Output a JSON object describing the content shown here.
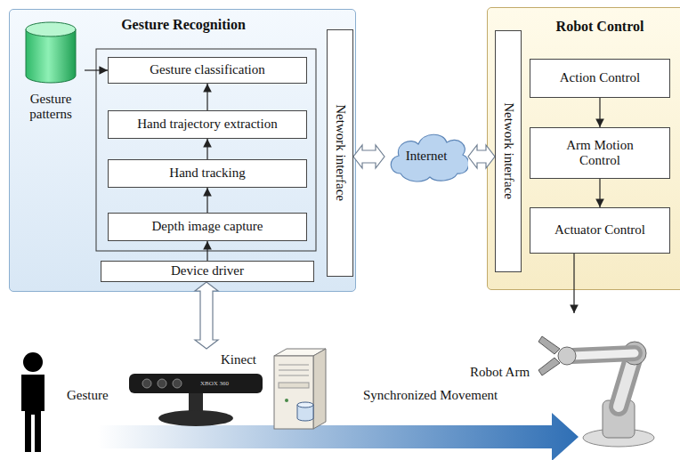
{
  "diagram": {
    "nodes": [
      {
        "text": [
          "Gesture Recognition"
        ]
      },
      {
        "text": [
          "Gesture classification"
        ],
        "in": 0
      },
      {
        "text": [
          "Hand trajectory extraction"
        ],
        "in": 0
      },
      {
        "text": [
          "Hand tracking"
        ],
        "in": 0
      },
      {
        "text": [
          "Depth image capture"
        ],
        "in": 0
      },
      {
        "text": [
          "Device driver"
        ],
        "in": 0
      },
      {
        "text": [
          "Network interface"
        ],
        "in": 0
      },
      {
        "text": [
          "Gesture patterns"
        ],
        "in": 0
      },
      {
        "text": [
          "Internet"
        ]
      },
      {
        "text": [
          "Robot Control"
        ]
      },
      {
        "text": [
          "Network interface"
        ],
        "in": 9
      },
      {
        "text": [
          "Action Control"
        ],
        "in": 9
      },
      {
        "text": [
          "Arm Motion Control"
        ],
        "in": 9
      },
      {
        "text": [
          "Actuator Control"
        ],
        "in": 9
      },
      {
        "text": [
          "Kinect"
        ]
      },
      {
        "text": [
          "Robot Arm"
        ]
      }
    ],
    "edges": [
      {
        "from": 7,
        "to": 1,
        "arrow": "to"
      },
      {
        "from": 4,
        "to": 3,
        "arrow": "to"
      },
      {
        "from": 3,
        "to": 2,
        "arrow": "to"
      },
      {
        "from": 2,
        "to": 1,
        "arrow": "to"
      },
      {
        "from": 5,
        "to": 4,
        "arrow": "to"
      },
      {
        "from": 6,
        "to": 8,
        "arrow": "both"
      },
      {
        "from": 8,
        "to": 10,
        "arrow": "both"
      },
      {
        "from": 11,
        "to": 12,
        "arrow": "to"
      },
      {
        "from": 12,
        "to": 13,
        "arrow": "to"
      },
      {
        "from": 13,
        "to": 15,
        "arrow": "to"
      },
      {
        "from": 5,
        "to": 14,
        "arrow": "both"
      }
    ],
    "labels": [
      "Gesture",
      "Synchronized Movement",
      "XBOX 360"
    ]
  }
}
